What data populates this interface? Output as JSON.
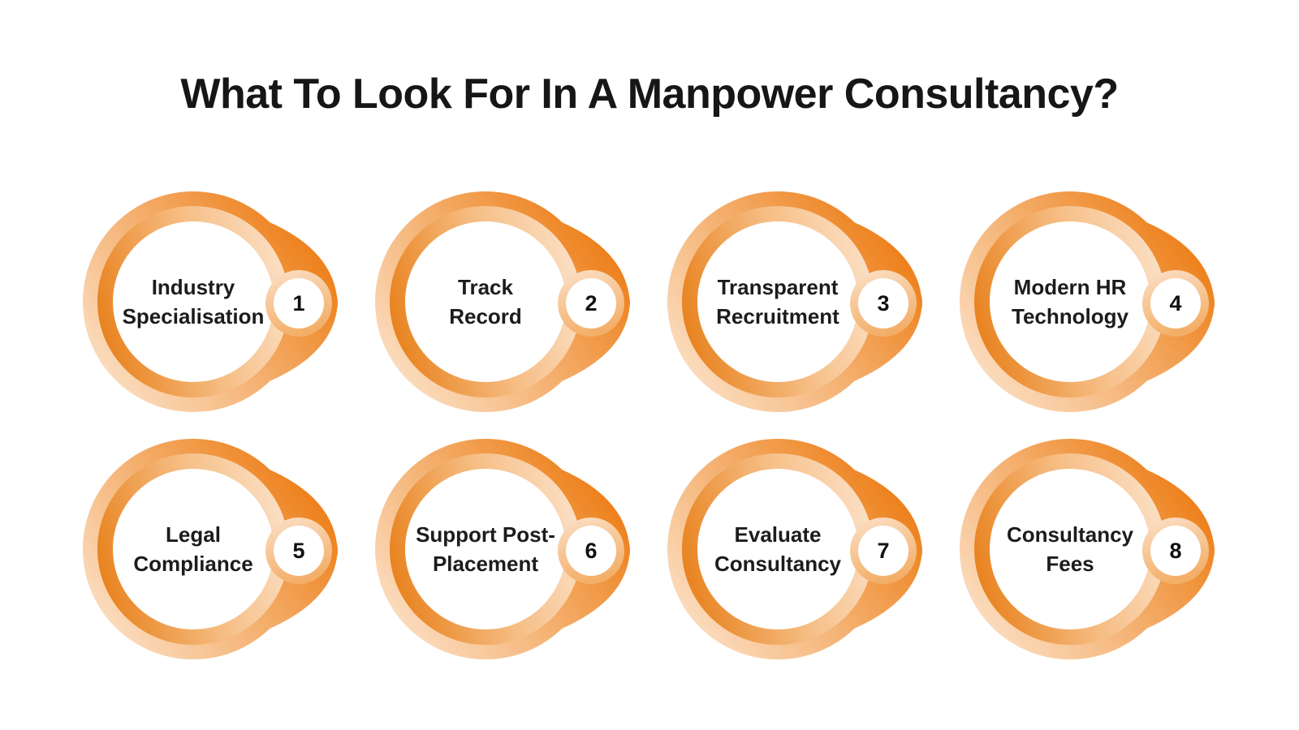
{
  "title": "What To Look For In A Manpower Consultancy?",
  "badges": [
    {
      "number": "1",
      "label": "Industry Specialisation",
      "lines": [
        "Industry",
        "Specialisation"
      ]
    },
    {
      "number": "2",
      "label": "Track Record",
      "lines": [
        "Track",
        "Record"
      ]
    },
    {
      "number": "3",
      "label": "Transparent Recruitment",
      "lines": [
        "Transparent",
        "Recruitment"
      ]
    },
    {
      "number": "4",
      "label": "Modern HR Technology",
      "lines": [
        "Modern HR",
        "Technology"
      ]
    },
    {
      "number": "5",
      "label": "Legal Compliance",
      "lines": [
        "Legal",
        "Compliance"
      ]
    },
    {
      "number": "6",
      "label": "Support Post-Placement",
      "lines": [
        "Support Post-",
        "Placement"
      ]
    },
    {
      "number": "7",
      "label": "Evaluate Consultancy",
      "lines": [
        "Evaluate",
        "Consultancy"
      ]
    },
    {
      "number": "8",
      "label": "Consultancy Fees",
      "lines": [
        "Consultancy",
        "Fees"
      ]
    }
  ],
  "colors": {
    "orange_strong": "#ED7D12",
    "orange_mid": "#F2A45C",
    "peach_light": "#FBDEC2",
    "title_text": "#161616",
    "label_text": "#1C1C1C",
    "background": "#FFFFFF"
  }
}
